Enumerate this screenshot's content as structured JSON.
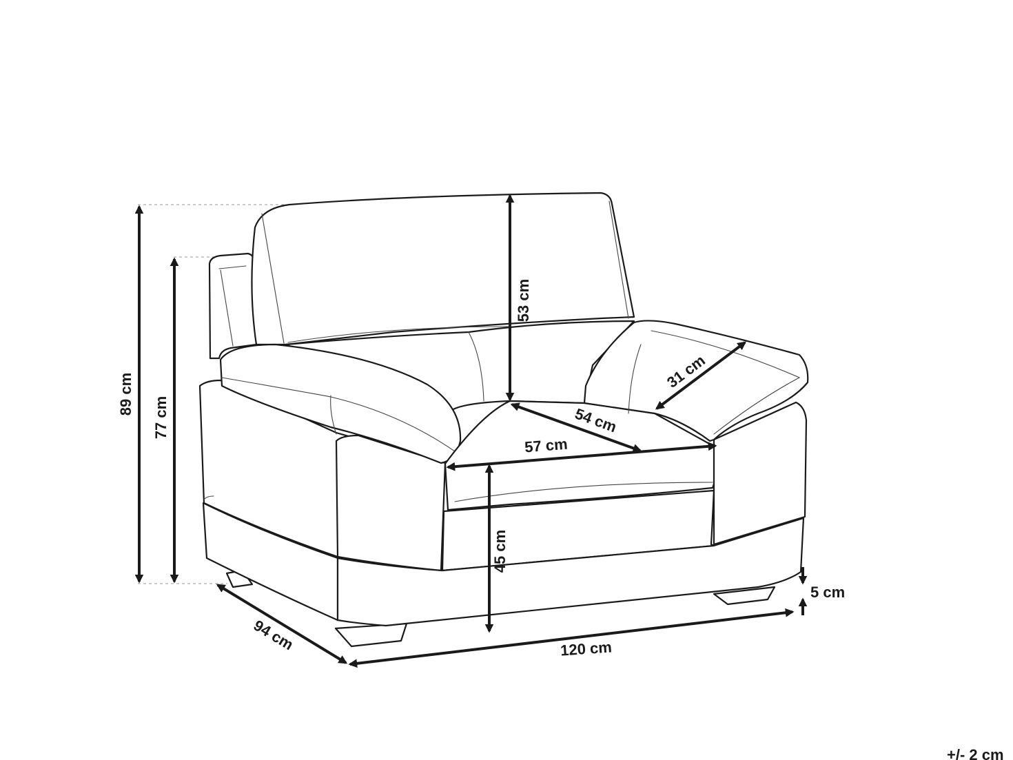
{
  "dimensions": {
    "total_height": "89 cm",
    "arm_height": "77 cm",
    "back_height": "53 cm",
    "arm_width": "31 cm",
    "seat_depth": "54 cm",
    "seat_width": "57 cm",
    "seat_height": "45 cm",
    "leg_height": "5 cm",
    "depth": "94 cm",
    "width": "120 cm"
  },
  "tolerance_note": "+/- 2 cm",
  "colors": {
    "line": "#1a1a1a",
    "background": "#ffffff",
    "extension_line": "#9a9a9a"
  }
}
